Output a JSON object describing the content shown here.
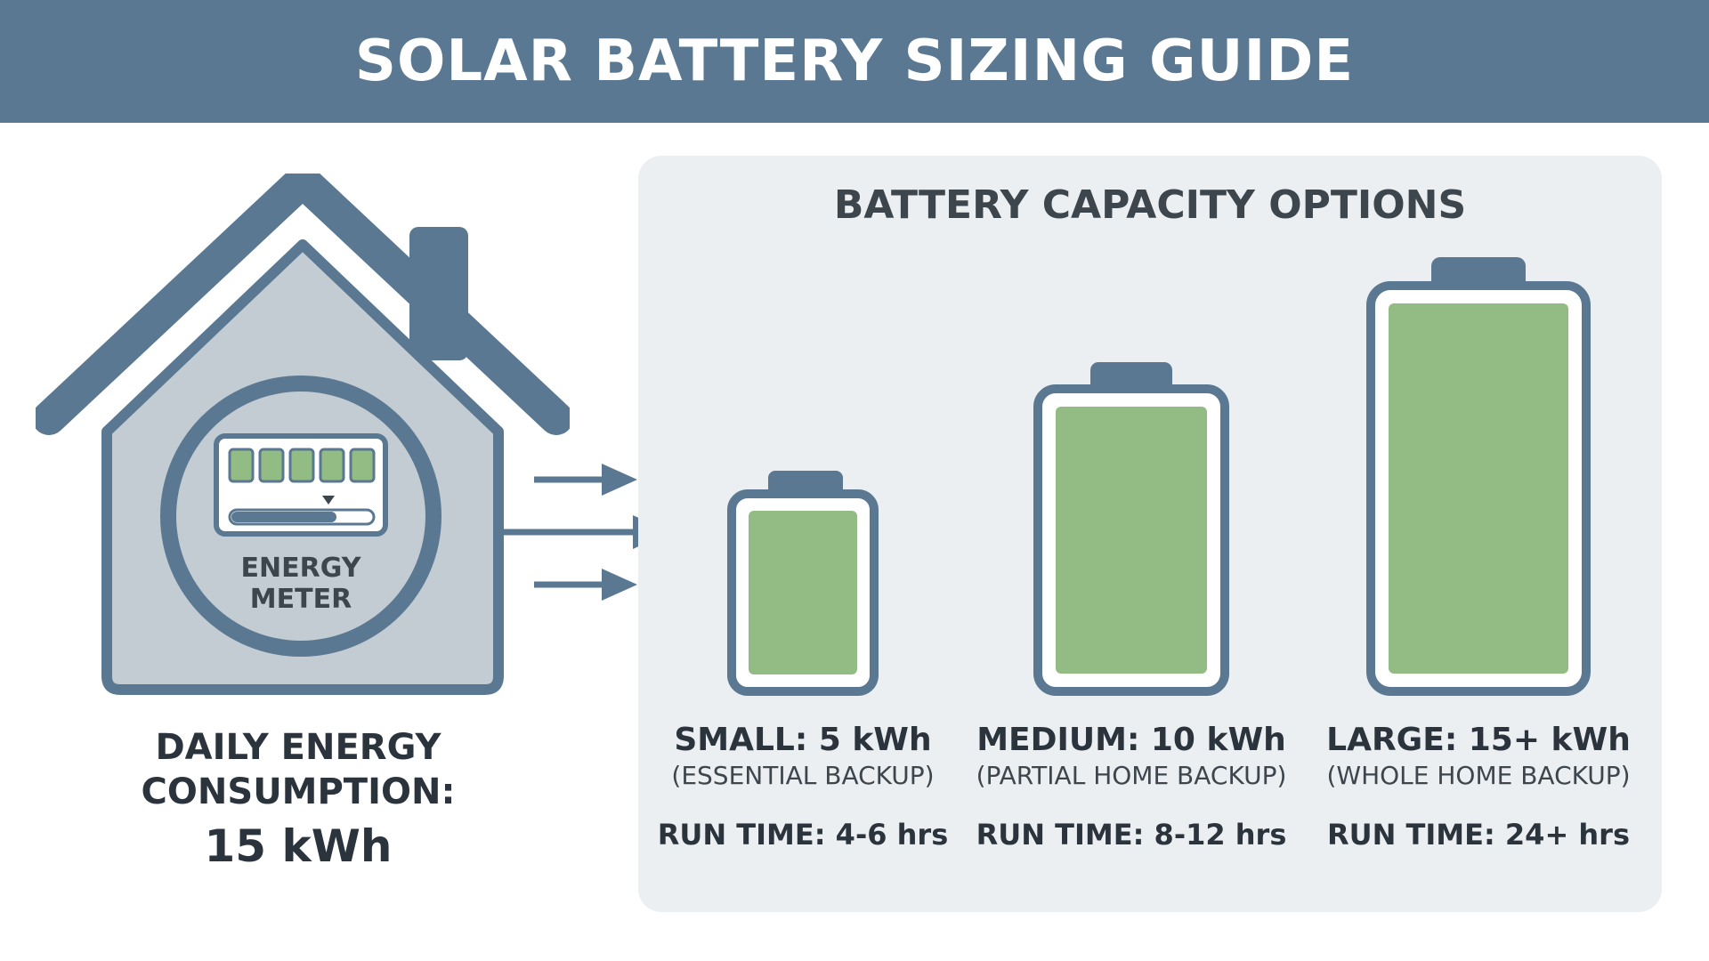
{
  "header": {
    "title": "SOLAR BATTERY SIZING GUIDE"
  },
  "house": {
    "meter_label_line1": "ENERGY",
    "meter_label_line2": "METER"
  },
  "consumption": {
    "label_line1": "DAILY ENERGY",
    "label_line2": "CONSUMPTION:",
    "value": "15 kWh"
  },
  "panel": {
    "title": "BATTERY CAPACITY OPTIONS"
  },
  "batteries": [
    {
      "name": "SMALL: 5 kWh",
      "desc": "(ESSENTIAL BACKUP)",
      "run_time": "RUN TIME: 4-6 hrs"
    },
    {
      "name": "MEDIUM: 10 kWh",
      "desc": "(PARTIAL HOME BACKUP)",
      "run_time": "RUN TIME: 8-12 hrs"
    },
    {
      "name": "LARGE: 15+ kWh",
      "desc": "(WHOLE HOME BACKUP)",
      "run_time": "RUN TIME: 24+ hrs"
    }
  ],
  "colors": {
    "header": "#5a7891",
    "outline": "#5a7891",
    "house_fill": "#c3ccd2",
    "battery_fill": "#93bc84",
    "panel": "#eceff2"
  }
}
